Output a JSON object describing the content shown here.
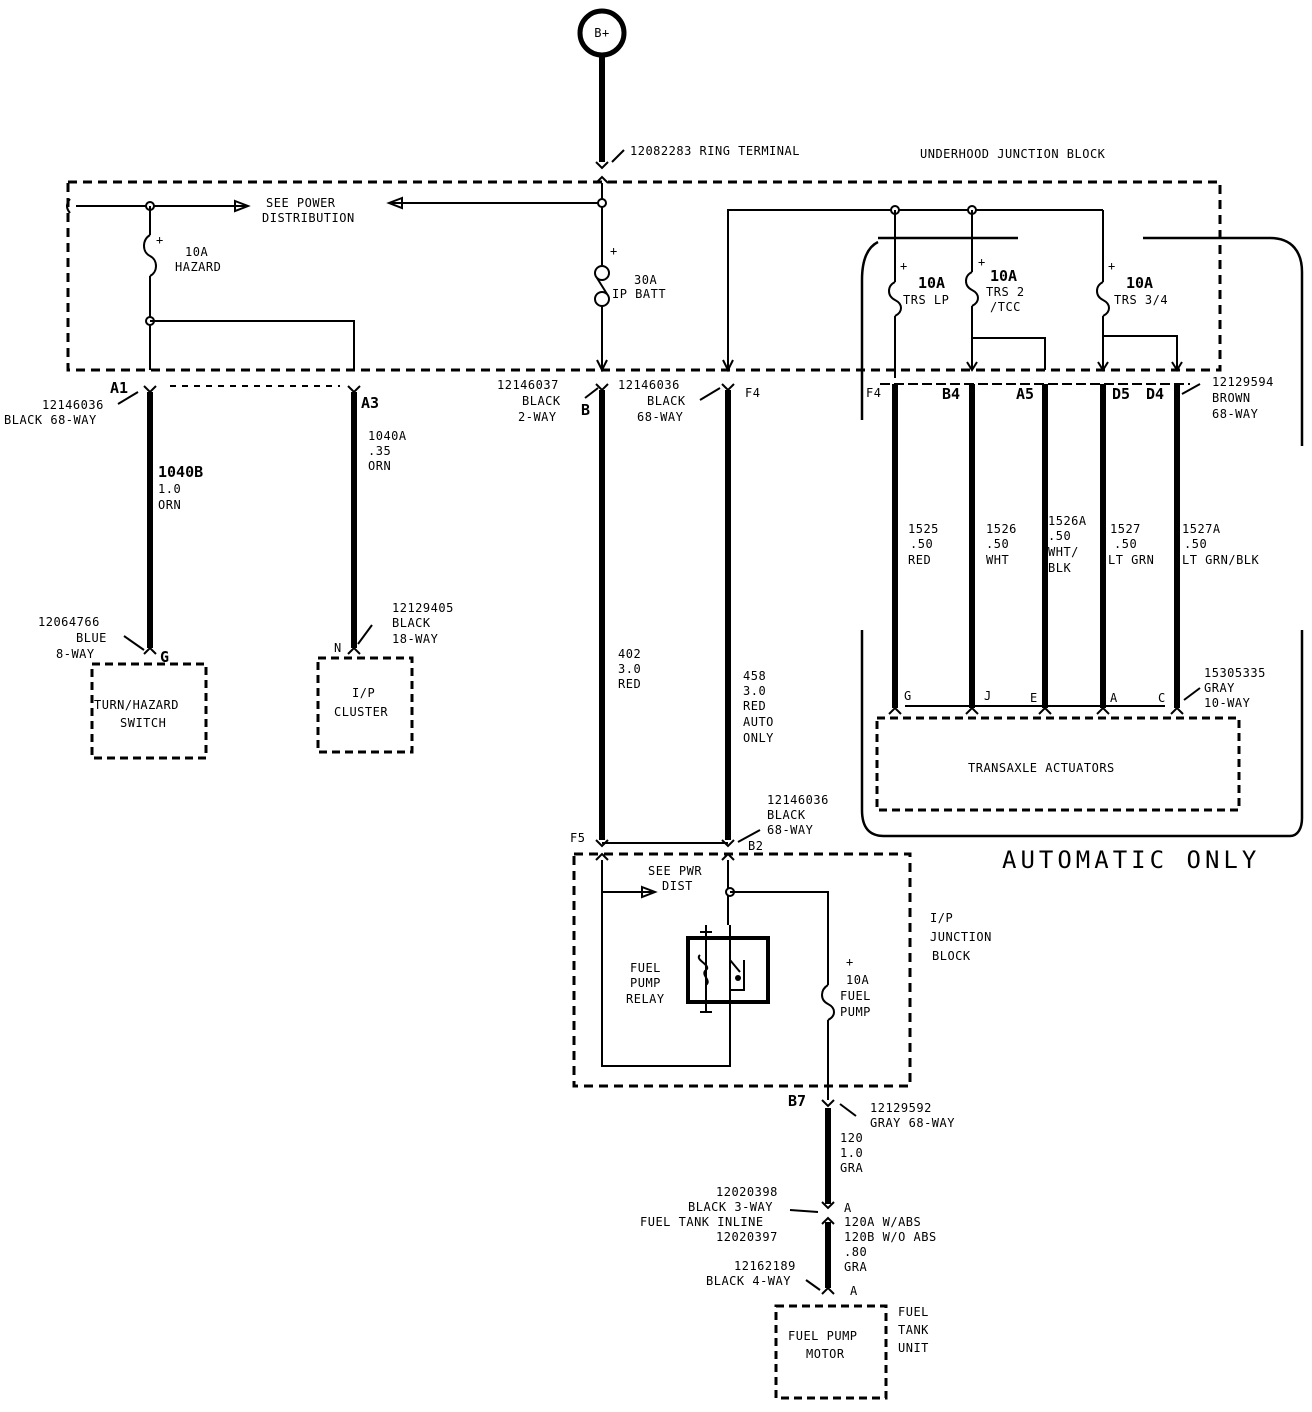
{
  "diagram": {
    "power_source": "B+",
    "ring_terminal": "12082283 RING TERMINAL",
    "underhood_block_label": "UNDERHOOD JUNCTION BLOCK",
    "see_power_dist": [
      "SEE POWER",
      "DISTRIBUTION"
    ],
    "fuses": {
      "hazard": [
        "10A",
        "HAZARD"
      ],
      "ip_batt": [
        "30A",
        "IP BATT"
      ],
      "trs_lp": [
        "10A",
        "TRS LP"
      ],
      "trs_2_tcc": [
        "10A",
        "TRS 2",
        "/TCC"
      ],
      "trs_34": [
        "10A",
        "TRS 3/4"
      ],
      "fuel_pump": [
        "10A",
        "FUEL",
        "PUMP"
      ]
    },
    "connectors": {
      "c_left": [
        "12146036",
        "BLACK 68-WAY"
      ],
      "c_2way": [
        "12146037",
        "BLACK",
        "2-WAY"
      ],
      "c_68way_f4": [
        "12146036",
        "BLACK",
        "68-WAY"
      ],
      "c_brown": [
        "12129594",
        "BROWN",
        "68-WAY"
      ],
      "c_turn": [
        "12064766",
        "BLUE",
        "8-WAY"
      ],
      "c_cluster": [
        "12129405",
        "BLACK",
        "18-WAY"
      ],
      "c_gray10": [
        "15305335",
        "GRAY",
        "10-WAY"
      ],
      "c_ipjb": [
        "12146036",
        "BLACK",
        "68-WAY"
      ],
      "c_gray68": [
        "12129592",
        "GRAY 68-WAY"
      ],
      "c_inline": [
        "12020398",
        "BLACK 3-WAY",
        "FUEL TANK INLINE",
        "12020397"
      ],
      "c_4way": [
        "12162189",
        "BLACK 4-WAY"
      ]
    },
    "pins": {
      "a1": "A1",
      "a3": "A3",
      "b": "B",
      "f4": "F4",
      "f4b": "F4",
      "b4": "B4",
      "a5": "A5",
      "d5": "D5",
      "d4": "D4",
      "g_turn": "G",
      "n_cluster": "N",
      "g_act": "G",
      "j_act": "J",
      "e_act": "E",
      "a_act": "A",
      "c_act": "C",
      "f5": "F5",
      "b2": "B2",
      "b7": "B7",
      "a_in1": "A",
      "a_in2": "A"
    },
    "wires": {
      "w1040b": [
        "1040B",
        "1.0",
        "ORN"
      ],
      "w1040a": [
        "1040A",
        ".35",
        "ORN"
      ],
      "w402": [
        "402",
        "3.0",
        "RED"
      ],
      "w458": [
        "458",
        "3.0",
        "RED",
        "AUTO",
        "ONLY"
      ],
      "w1525": [
        "1525",
        ".50",
        "RED"
      ],
      "w1526": [
        "1526",
        ".50",
        "WHT"
      ],
      "w1526a": [
        "1526A",
        ".50",
        "WHT/",
        "BLK"
      ],
      "w1527": [
        "1527",
        ".50",
        "LT GRN"
      ],
      "w1527a": [
        "1527A",
        ".50",
        "LT GRN/BLK"
      ],
      "w120": [
        "120",
        "1.0",
        "GRA"
      ],
      "w120ab": [
        "120A W/ABS",
        "120B W/O ABS",
        ".80",
        "GRA"
      ]
    },
    "components": {
      "turn_hazard": [
        "TURN/HAZARD",
        "SWITCH"
      ],
      "ip_cluster": [
        "I/P",
        "CLUSTER"
      ],
      "transaxle": "TRANSAXLE ACTUATORS",
      "fuel_pump_motor": [
        "FUEL PUMP",
        "MOTOR"
      ],
      "fuel_tank_unit": [
        "FUEL",
        "TANK",
        "UNIT"
      ],
      "fuel_pump_relay": [
        "FUEL",
        "PUMP",
        "RELAY"
      ],
      "ip_junction_block": [
        "I/P",
        "JUNCTION",
        "BLOCK"
      ],
      "see_pwr_dist": [
        "SEE PWR",
        "DIST"
      ]
    },
    "automatic_only": "AUTOMATIC ONLY",
    "plus": "+"
  }
}
